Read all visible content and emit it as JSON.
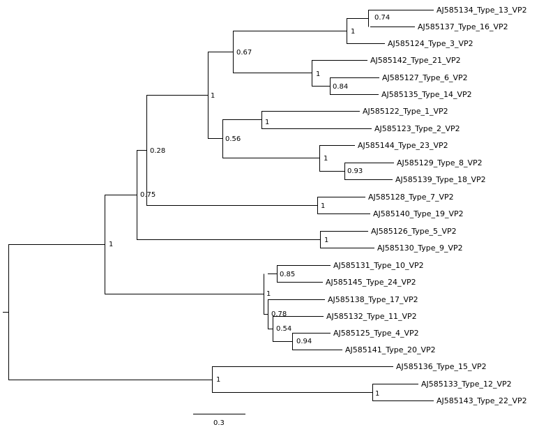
{
  "tree": {
    "leaves": [
      "AJ585134_Type_13_VP2",
      "AJ585137_Type_16_VP2",
      "AJ585124_Type_3_VP2",
      "AJ585142_Type_21_VP2",
      "AJ585127_Type_6_VP2",
      "AJ585135_Type_14_VP2",
      "AJ585122_Type_1_VP2",
      "AJ585123_Type_2_VP2",
      "AJ585144_Type_23_VP2",
      "AJ585129_Type_8_VP2",
      "AJ585139_Type_18_VP2",
      "AJ585128_Type_7_VP2",
      "AJ585140_Type_19_VP2",
      "AJ585126_Type_5_VP2",
      "AJ585130_Type_9_VP2",
      "AJ585131_Type_10_VP2",
      "AJ585145_Type_24_VP2",
      "AJ585138_Type_17_VP2",
      "AJ585132_Type_11_VP2",
      "AJ585125_Type_4_VP2",
      "AJ585141_Type_20_VP2",
      "AJ585136_Type_15_VP2",
      "AJ585133_Type_12_VP2",
      "AJ585143_Type_22_VP2"
    ],
    "support": {
      "n_13_16": "0.74",
      "n_A": "1",
      "n_6_14": "0.84",
      "n_B": "1",
      "n_C": "0.67",
      "n_1_2": "1",
      "n_8_18": "0.93",
      "n_D": "1",
      "n_E": "0.56",
      "n_F": "1",
      "n_7_19": "1",
      "n_G": "0.28",
      "n_5_9": "1",
      "n_H": "0.75",
      "n_10_24": "0.85",
      "n_4_20": "0.94",
      "n_I": "0.54",
      "n_J": "0.78",
      "n_K": "1",
      "n_L": "1",
      "n_12_22": "1",
      "n_M": "1"
    },
    "scale_bar": {
      "label": "0.3"
    }
  }
}
